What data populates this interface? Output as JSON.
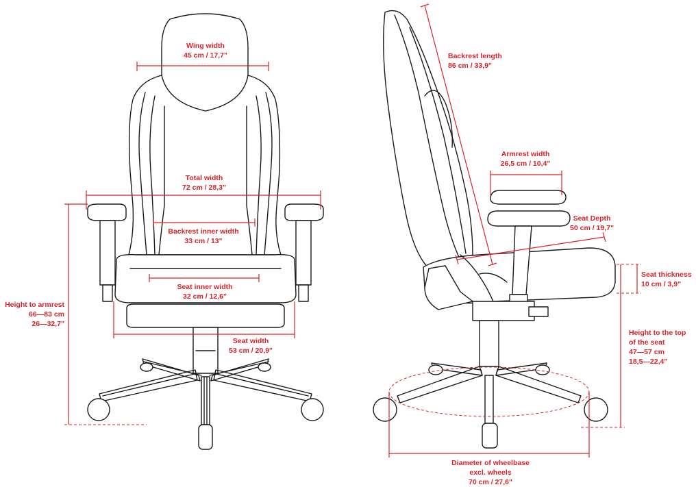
{
  "front_view": {
    "wing_width": {
      "title": "Wing width",
      "value": "45 cm / 17,7\""
    },
    "total_width": {
      "title": "Total width",
      "value": "72 cm / 28,3\""
    },
    "backrest_inner_width": {
      "title": "Backrest inner width",
      "value": "33 cm / 13\""
    },
    "seat_inner_width": {
      "title": "Seat inner width",
      "value": "32 cm / 12,6\""
    },
    "seat_width": {
      "title": "Seat width",
      "value": "53 cm / 20,9\""
    },
    "height_to_armrest": {
      "title": "Height to armrest",
      "value_cm": "66—83 cm",
      "value_in": "26—32,7\""
    }
  },
  "side_view": {
    "backrest_length": {
      "title": "Backrest length",
      "value": "86 cm / 33,9\""
    },
    "armrest_width": {
      "title": "Armrest width",
      "value": "26,5 cm / 10,4\""
    },
    "seat_depth": {
      "title": "Seat Depth",
      "value": "50 cm / 19,7\""
    },
    "seat_thickness": {
      "title": "Seat thickness",
      "value": "10 cm / 3,9\""
    },
    "height_to_seat_top": {
      "title_line1": "Height to the top",
      "title_line2": "of the seat",
      "value_cm": "47—57 cm",
      "value_in": "18,5—22,4\""
    },
    "wheelbase_diameter": {
      "title_line1": "Diameter of wheelbase",
      "title_line2": "excl. wheels",
      "value": "70 cm / 27,6\""
    }
  },
  "colors": {
    "dimension": "#d8232a",
    "outline": "#1a1a1a"
  }
}
